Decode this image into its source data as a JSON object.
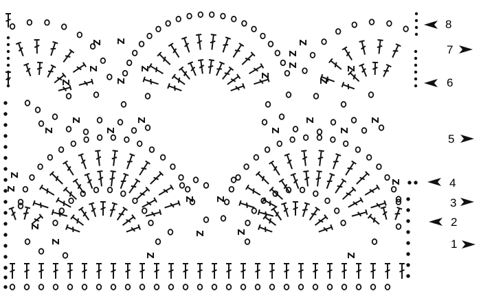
{
  "diagram": {
    "row_labels": [
      "1",
      "2",
      "3",
      "4",
      "5",
      "6",
      "7",
      "8"
    ],
    "colors": {
      "ink": "#111111",
      "background": "#ffffff"
    },
    "symbols": [
      "chain-stitch-circle",
      "double-crochet-post",
      "cluster-glyph",
      "slip-stitch-dot",
      "row-arrow"
    ]
  }
}
